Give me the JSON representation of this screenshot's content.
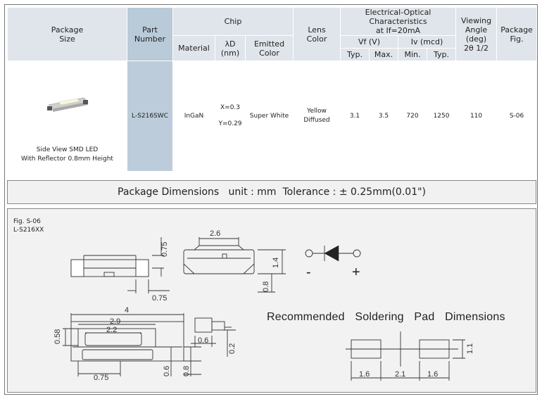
{
  "table": {
    "headers": {
      "package_size": [
        "Package",
        "Size"
      ],
      "part_number": [
        "Part",
        "Number"
      ],
      "chip": "Chip",
      "material": "Material",
      "lambda_d": [
        "λD",
        "(nm)"
      ],
      "emitted_color": [
        "Emitted",
        "Color"
      ],
      "lens_color": [
        "Lens",
        "Color"
      ],
      "electro_optical": [
        "Electrical-Optical",
        "Characteristics",
        "at If=20mA"
      ],
      "vf": "Vf (V)",
      "iv": "Iv (mcd)",
      "typ": "Typ.",
      "max": "Max.",
      "min": "Min.",
      "viewing_angle": [
        "Viewing",
        "Angle",
        "(deg)",
        "2θ 1/2"
      ],
      "package_fig": [
        "Package",
        "Fig."
      ]
    },
    "row": {
      "package_desc": [
        "Side View SMD LED",
        "With Reflector 0.8mm Height"
      ],
      "part_number": "L-S216SWC",
      "material": "InGaN",
      "lambda_x": "X=0.3",
      "lambda_y": "Y=0.29",
      "emitted_color": "Super White",
      "lens_color": [
        "Yellow",
        "Diffused"
      ],
      "vf_typ": "3.1",
      "vf_max": "3.5",
      "iv_min": "720",
      "iv_typ": "1250",
      "viewing_angle": "110",
      "package_fig": "S-06"
    }
  },
  "section_title": "Package Dimensions   unit : mm  Tolerance : ± 0.25mm(0.01\")",
  "drawing": {
    "fig_label": "Fig. S-06",
    "part_label": "L-S216XX",
    "dims": {
      "top_width": "2.6",
      "side_075_v": "0.75",
      "side_075_h": "0.75",
      "height_14": "1.4",
      "height_08": "0.8",
      "width_4": "4",
      "width_29": "2.9",
      "width_22": "2.2",
      "left_058": "0.58",
      "bottom_075": "0.75",
      "right_06": "0.6",
      "right_08": "0.8",
      "end_06": "0.6",
      "end_02": "0.2",
      "pad_16a": "1.6",
      "pad_21": "2.1",
      "pad_16b": "1.6",
      "pad_11": "1.1"
    },
    "polarity_minus": "-",
    "polarity_plus": "+",
    "recommended_title": "Recommended Soldering Pad Dimensions"
  }
}
